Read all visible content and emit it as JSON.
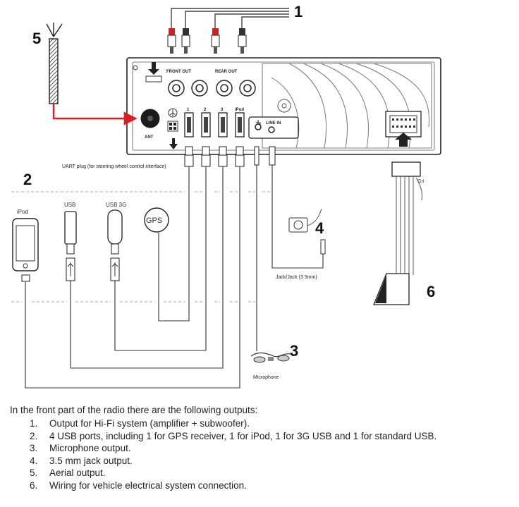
{
  "callouts": {
    "n1": "1",
    "n2": "2",
    "n3": "3",
    "n4": "4",
    "n5": "5",
    "n6": "6"
  },
  "panel_labels": {
    "front_out": "FRONT OUT",
    "rear_out": "REAR OUT",
    "ant": "ANT",
    "port1": "1",
    "port2": "2",
    "port3": "3",
    "port4": "iPod",
    "line_in": "LINE IN",
    "uart": "UART plug (for steering wheel control interface)"
  },
  "device_labels": {
    "ipod": "iPod",
    "usb": "USB",
    "usb3g": "USB 3G",
    "gps": "GPS",
    "jack": "Jack/Jack (3.5mm)",
    "microphone": "Microphone",
    "gri": "Gri"
  },
  "description": {
    "intro": "In the front part of the radio there are the following outputs:",
    "items": [
      {
        "num": "1.",
        "text": "Output for Hi-Fi system (amplifier + subwoofer)."
      },
      {
        "num": "2.",
        "text": "4 USB ports, including 1 for GPS receiver, 1 for iPod, 1 for 3G USB and 1 for standard USB."
      },
      {
        "num": "3.",
        "text": "Microphone output."
      },
      {
        "num": "4.",
        "text": "3.5 mm jack output."
      },
      {
        "num": "5.",
        "text": "Aerial output."
      },
      {
        "num": "6.",
        "text": "Wiring for vehicle electrical system connection."
      }
    ]
  },
  "colors": {
    "antenna_cable": "#d42020",
    "rca_red": "#d42020",
    "line": "#222222"
  }
}
